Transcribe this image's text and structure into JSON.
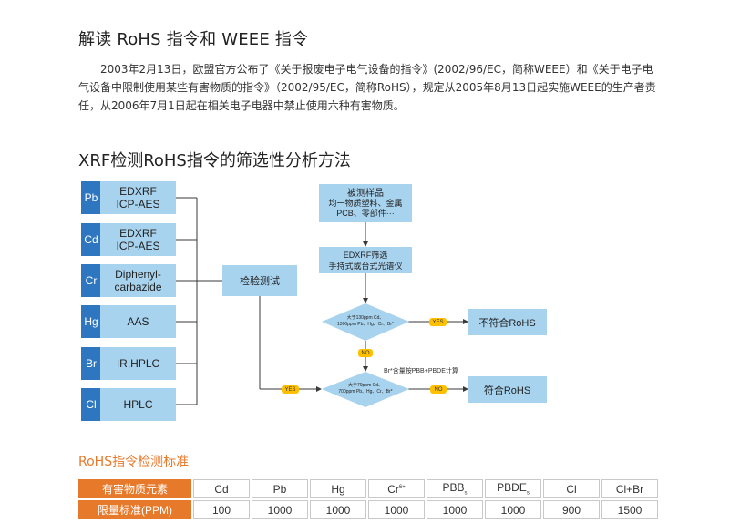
{
  "heading1": "解读 RoHS 指令和 WEEE 指令",
  "paragraph": "2003年2月13日，欧盟官方公布了《关于报废电子电气设备的指令》(2002/96/EC，简称WEEE）和《关于电子电气设备中限制使用某些有害物质的指令》（2002/95/EC，简称RoHS），规定从2005年8月13日起实施WEEE的生产者责任，从2006年7月1日起在相关电子电器中禁止使用六种有害物质。",
  "heading2": "XRF检测RoHS指令的筛选性分析方法",
  "flow": {
    "rows": [
      {
        "element": "Pb",
        "method1": "EDXRF",
        "method2": "ICP-AES"
      },
      {
        "element": "Cd",
        "method1": "EDXRF",
        "method2": "ICP-AES"
      },
      {
        "element": "Cr",
        "method1": "Diphenyl-",
        "method2": "carbazide"
      },
      {
        "element": "Hg",
        "method1": "AAS",
        "method2": ""
      },
      {
        "element": "Br",
        "method1": "IR,HPLC",
        "method2": ""
      },
      {
        "element": "Cl",
        "method1": "HPLC",
        "method2": ""
      }
    ],
    "test_box": "检验测试",
    "sample_box": {
      "line1": "被测样品",
      "line2": "均一物质塑料、金属",
      "line3": "PCB、零部件···"
    },
    "xrf_box": {
      "line1": "EDXRF筛选",
      "line2": "手持式或台式光谱仪"
    },
    "diamond1": {
      "line1": "大于130ppm Cd、",
      "line2": "1300ppm Pb、Hg、Cr、Br*"
    },
    "diamond2": {
      "line1": "大于70ppm Cd、",
      "line2": "700ppm Pb、Hg、Cr、Br*"
    },
    "yes1": "YES",
    "no1": "NO",
    "yes2": "YES",
    "no2": "NO",
    "note": "Br*含量按PBB+PBDE计算",
    "noncompliant_box": "不符合RoHS",
    "compliant_box": "符合RoHS"
  },
  "heading3": "RoHS指令检测标准",
  "standards": {
    "row_labels": [
      "有害物质元素",
      "限量标准(PPM)"
    ],
    "substances": [
      {
        "base": "Cd",
        "sup": "",
        "sub": ""
      },
      {
        "base": "Pb",
        "sup": "",
        "sub": ""
      },
      {
        "base": "Hg",
        "sup": "",
        "sub": ""
      },
      {
        "base": "Cr",
        "sup": "6+",
        "sub": ""
      },
      {
        "base": "PBB",
        "sup": "",
        "sub": "s"
      },
      {
        "base": "PBDE",
        "sup": "",
        "sub": "s"
      },
      {
        "base": "Cl",
        "sup": "",
        "sub": ""
      },
      {
        "base": "Cl+Br",
        "sup": "",
        "sub": ""
      }
    ],
    "limits": [
      "100",
      "1000",
      "1000",
      "1000",
      "1000",
      "1000",
      "900",
      "1500"
    ]
  },
  "colors": {
    "accent": "#e7792b",
    "element_blue": "#2f76c0",
    "box_blue": "#a8d3ef",
    "badge_yellow": "#ffc000"
  }
}
